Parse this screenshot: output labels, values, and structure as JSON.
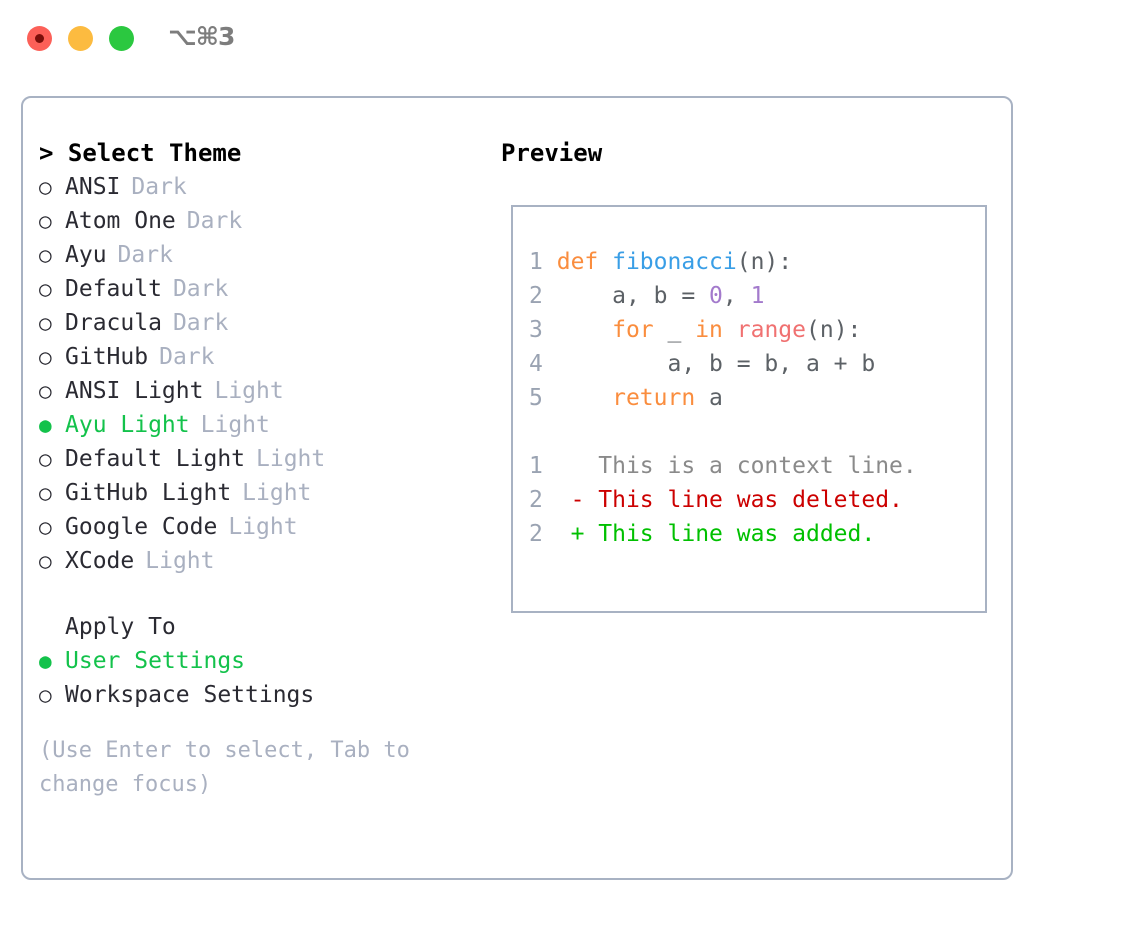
{
  "window": {
    "shortcut": "⌥⌘3",
    "traffic_lights": [
      "close",
      "minimize",
      "maximize"
    ]
  },
  "theme_picker": {
    "header": "> Select Theme",
    "items": [
      {
        "label": "ANSI",
        "badge": "Dark",
        "selected": false
      },
      {
        "label": "Atom One",
        "badge": "Dark",
        "selected": false
      },
      {
        "label": "Ayu",
        "badge": "Dark",
        "selected": false
      },
      {
        "label": "Default",
        "badge": "Dark",
        "selected": false
      },
      {
        "label": "Dracula",
        "badge": "Dark",
        "selected": false
      },
      {
        "label": "GitHub",
        "badge": "Dark",
        "selected": false
      },
      {
        "label": "ANSI Light",
        "badge": "Light",
        "selected": false
      },
      {
        "label": "Ayu Light",
        "badge": "Light",
        "selected": true
      },
      {
        "label": "Default Light",
        "badge": "Light",
        "selected": false
      },
      {
        "label": "GitHub Light",
        "badge": "Light",
        "selected": false
      },
      {
        "label": "Google Code",
        "badge": "Light",
        "selected": false
      },
      {
        "label": "XCode",
        "badge": "Light",
        "selected": false
      }
    ],
    "bullet_selected": "●",
    "bullet_unselected": "○"
  },
  "apply_to": {
    "header": "Apply To",
    "items": [
      {
        "label": "User Settings",
        "selected": true
      },
      {
        "label": "Workspace Settings",
        "selected": false
      }
    ]
  },
  "hint": "(Use Enter to select, Tab to change focus)",
  "preview": {
    "title": "Preview",
    "code_lines": [
      {
        "num": "1",
        "tokens": [
          {
            "t": "def ",
            "c": "kw"
          },
          {
            "t": "fibonacci",
            "c": "fn"
          },
          {
            "t": "(n):",
            "c": "pl"
          }
        ]
      },
      {
        "num": "2",
        "tokens": [
          {
            "t": "    a, b = ",
            "c": "pl"
          },
          {
            "t": "0",
            "c": "num"
          },
          {
            "t": ", ",
            "c": "pl"
          },
          {
            "t": "1",
            "c": "num"
          }
        ]
      },
      {
        "num": "3",
        "tokens": [
          {
            "t": "    ",
            "c": "pl"
          },
          {
            "t": "for",
            "c": "kw"
          },
          {
            "t": " _ ",
            "c": "pl"
          },
          {
            "t": "in",
            "c": "kw"
          },
          {
            "t": " ",
            "c": "pl"
          },
          {
            "t": "range",
            "c": "bi"
          },
          {
            "t": "(n):",
            "c": "pl"
          }
        ]
      },
      {
        "num": "4",
        "tokens": [
          {
            "t": "        a, b = b, a + b",
            "c": "pl"
          }
        ]
      },
      {
        "num": "5",
        "tokens": [
          {
            "t": "    ",
            "c": "pl"
          },
          {
            "t": "return",
            "c": "kw"
          },
          {
            "t": " a",
            "c": "pl"
          }
        ]
      }
    ],
    "diff_lines": [
      {
        "num": "1",
        "marker": "  ",
        "text": "This is a context line.",
        "kind": "ctx"
      },
      {
        "num": "2",
        "marker": "- ",
        "text": "This line was deleted.",
        "kind": "del"
      },
      {
        "num": "2",
        "marker": "+ ",
        "text": "This line was added.",
        "kind": "add"
      }
    ]
  },
  "colors": {
    "accent_green": "#13c24b",
    "border": "#a8b2c3",
    "muted": "#a9b0c0",
    "keyword": "#fa8d3e",
    "function": "#399ee6",
    "number": "#a37acc",
    "builtin": "#f07171",
    "diff_delete": "#cc0000",
    "diff_add": "#00c000",
    "line_number": "#9aa3b2"
  }
}
